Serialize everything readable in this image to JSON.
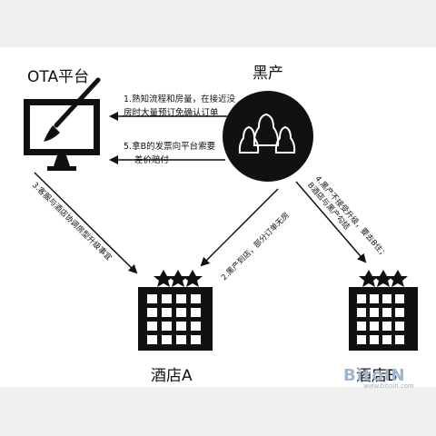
{
  "nodes": {
    "ota_title": "OTA平台",
    "black_title": "黑产",
    "hotel_a_title": "酒店A",
    "hotel_b_title": "酒店B"
  },
  "steps": {
    "step1_line1": "1.熟知流程和房量，在接近没",
    "step1_line2": "房时大量预订免确认订单",
    "step5_line1": "5.拿B的发票向平台索要",
    "step5_line2": "差价赔付",
    "step3": "3.客服与酒店协调房型升级事宜",
    "step2": "2.黑产到店，部分订单无房",
    "step4_line1": "4.黑产不接受升级，要去B住；",
    "step4_line2": "B酒店与黑产勾结"
  },
  "watermark": {
    "brand": "BitoIN",
    "site": "www.bitoin.com"
  },
  "colors": {
    "ink": "#111111",
    "background": "#ffffff",
    "page": "#f0f0f0",
    "watermark": "#9fb4cf"
  }
}
